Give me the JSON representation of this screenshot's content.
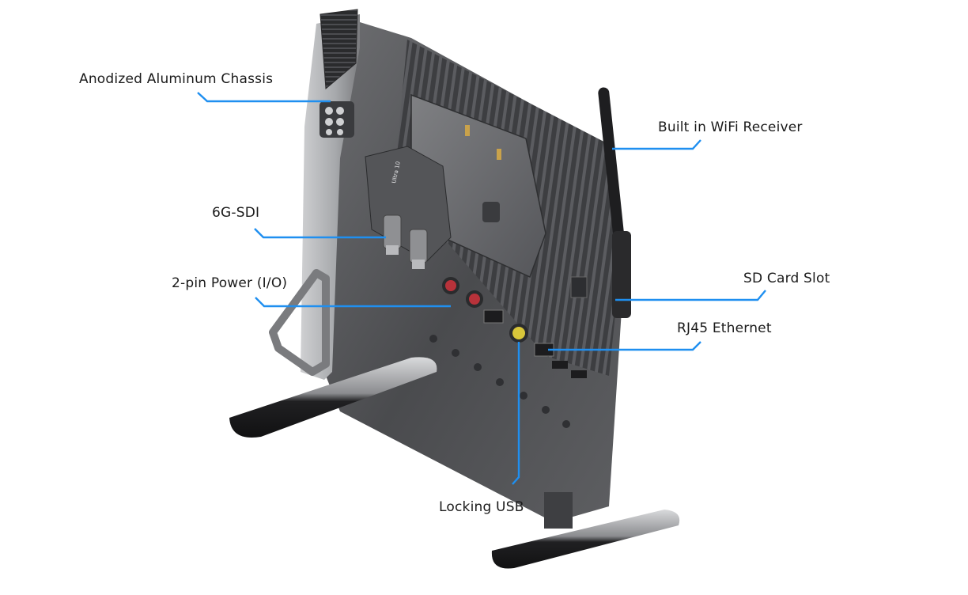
{
  "callouts": {
    "chassis": "Anodized Aluminum Chassis",
    "wifi": "Built in WiFi Receiver",
    "sdi": "6G-SDI",
    "power": "2-pin Power (I/O)",
    "sd_card": "SD Card Slot",
    "ethernet": "RJ45 Ethernet",
    "usb": "Locking USB"
  },
  "device": {
    "model_label": "Ultra 10"
  },
  "colors": {
    "leader_line": "#1f8ff0",
    "chassis_dark": "#3b3c3f",
    "chassis_mid": "#5a5b5e",
    "chassis_light": "#9fa1a4",
    "foot": "#2a2a2c"
  }
}
